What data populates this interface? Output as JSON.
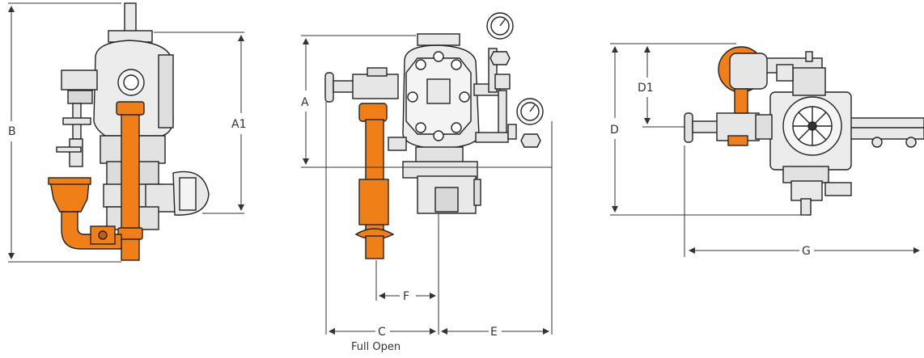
{
  "labels": {
    "a": "A",
    "a1": "A1",
    "b": "B",
    "c": "C",
    "c_note": "Full Open",
    "d": "D",
    "d1": "D1",
    "e": "E",
    "f": "F",
    "g": "G"
  },
  "colors": {
    "pipe": "#f07f17",
    "pipe_dark": "#c25d06",
    "line": "#222222",
    "body": "#e9e9e9",
    "dim": "#333333"
  }
}
